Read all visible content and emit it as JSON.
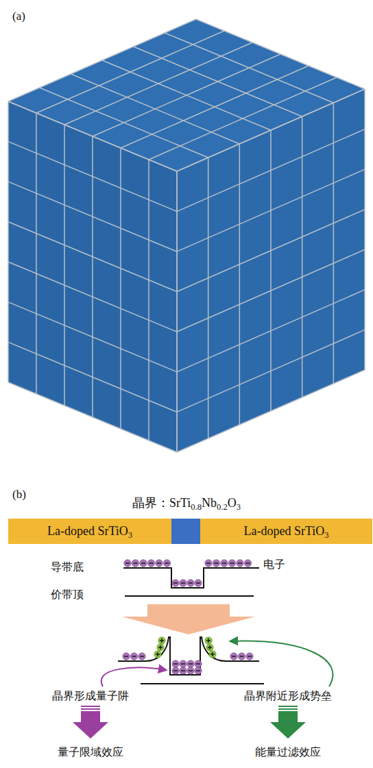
{
  "diagram": {
    "nodes": [
      {
        "text": [
          "La-doped SrTiO3"
        ]
      },
      {
        "text": [
          "La-doped SrTiO3"
        ]
      }
    ],
    "labels": [
      "(a)",
      "(b)",
      "晶界：SrTi0.8Nb0.2O3",
      "导带底",
      "电子",
      "价带顶",
      "晶界形成量子阱",
      "晶界附近形成势垒",
      "量子限域效应",
      "能量过滤效应"
    ]
  }
}
